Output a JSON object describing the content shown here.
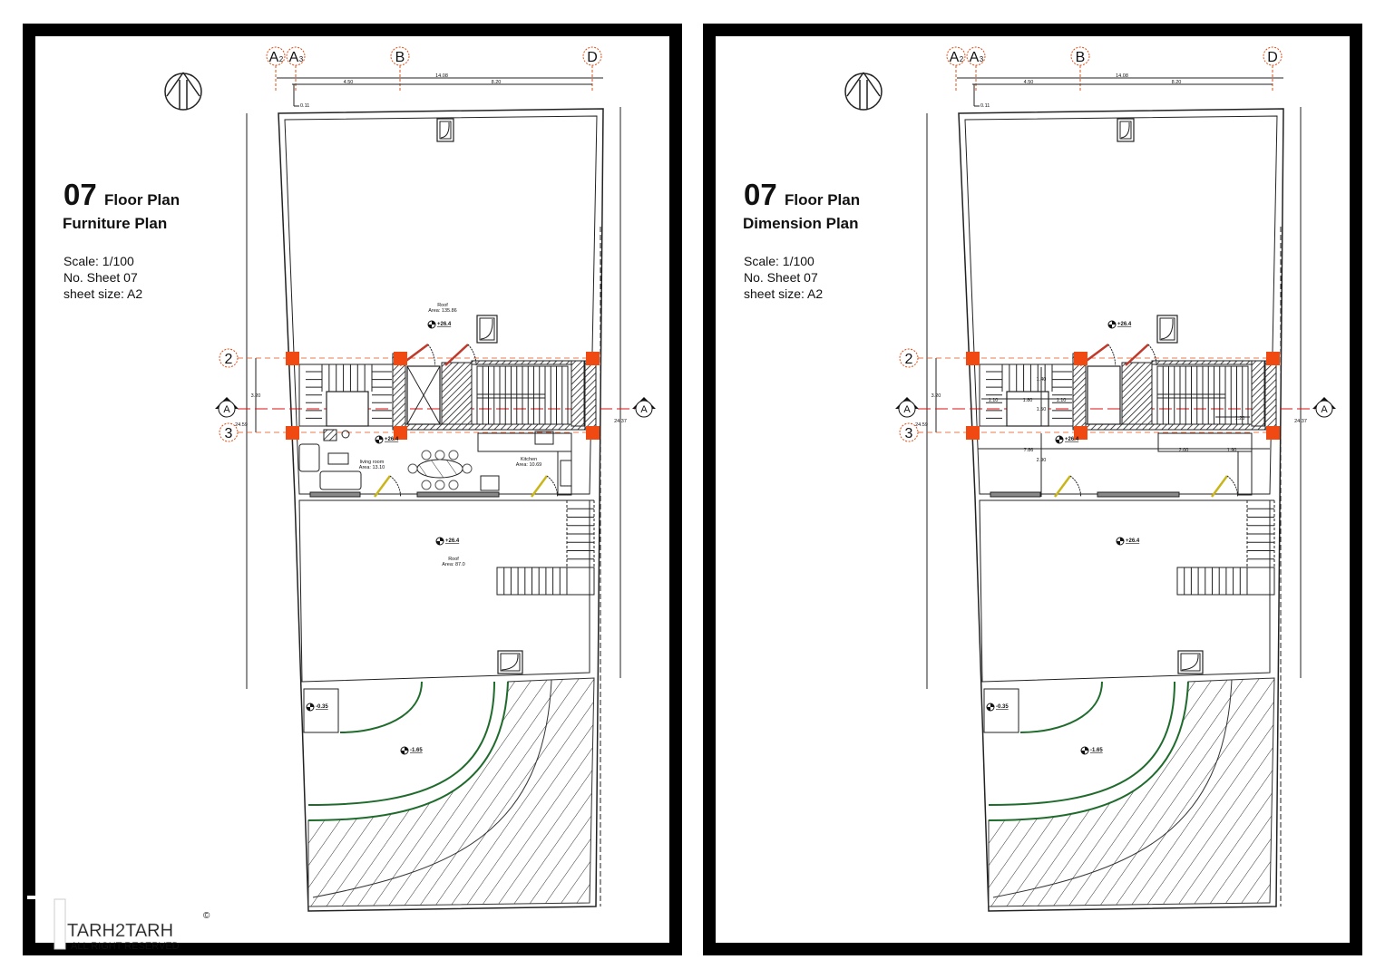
{
  "sheets": [
    {
      "number": "07",
      "title": "Floor Plan",
      "subtitle": "Furniture Plan",
      "scale": "Scale: 1/100",
      "sheet_no": "No. Sheet 07",
      "sheet_size": "sheet size: A2",
      "rooms": [
        {
          "name": "Roof",
          "area": "Area: 135.86"
        },
        {
          "name": "living room",
          "area": "Area: 13.10"
        },
        {
          "name": "Kitchen",
          "area": "Area: 10.69"
        },
        {
          "name": "Roof",
          "area": "Area: 87.0"
        }
      ]
    },
    {
      "number": "07",
      "title": "Floor Plan",
      "subtitle": "Dimension Plan",
      "scale": "Scale: 1/100",
      "sheet_no": "No. Sheet 07",
      "sheet_size": "sheet size: A2",
      "core_dims": [
        "1.40",
        "1.10",
        "1.80",
        "1.10",
        "1.50",
        "1.20",
        "7.86",
        "2.00",
        "1.90",
        "2.90"
      ]
    }
  ],
  "grid": {
    "columns": [
      {
        "letter": "A",
        "sub": "2"
      },
      {
        "letter": "A",
        "sub": "3"
      },
      {
        "letter": "B",
        "sub": ""
      },
      {
        "letter": "D",
        "sub": ""
      }
    ],
    "rows": [
      "2",
      "3"
    ],
    "section_mark": "A"
  },
  "dims": {
    "overall_width": "14.08",
    "bay_1": "4.50",
    "bay_2": "8.20",
    "offset": "0.11",
    "row_spacing": "3.20",
    "left_length": "24.59",
    "right_length": "24.37"
  },
  "levels": {
    "roof": "+26.4",
    "core": "+26.4",
    "lower_roof": "+26.4",
    "small": "-0.35",
    "yard": "-1.65"
  },
  "watermark": {
    "brand": "TARH2TARH",
    "rights": "ALL RIGHT RESERVED",
    "copyright": "©"
  },
  "colors": {
    "column": "#f04a12",
    "grid": "#e0501a",
    "garden": "#1f6b2c",
    "frame": "#000000"
  }
}
